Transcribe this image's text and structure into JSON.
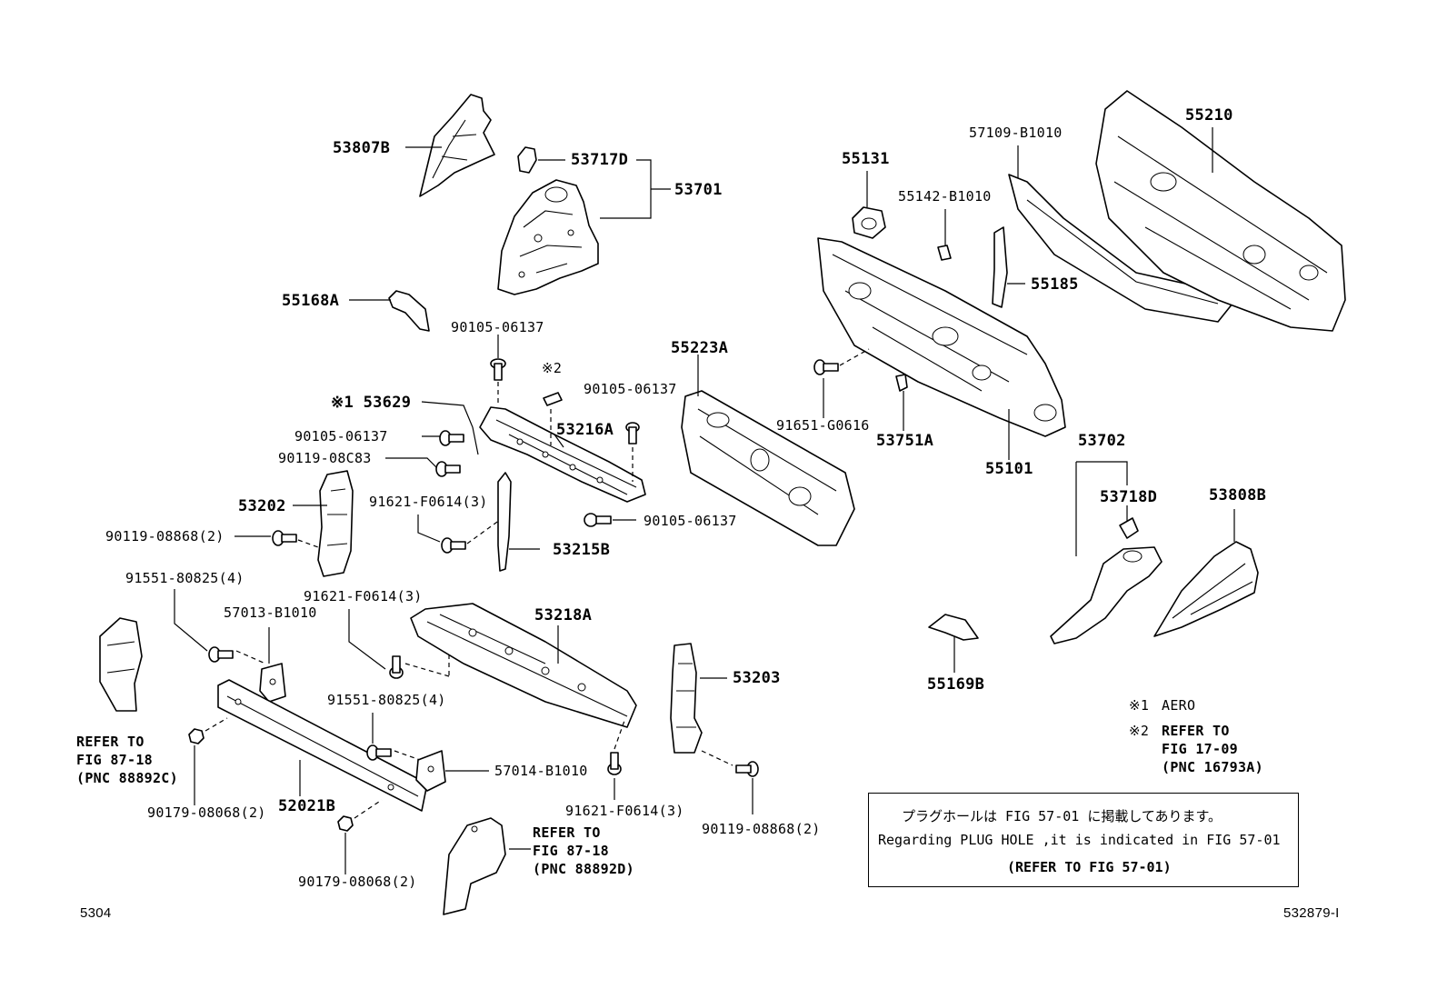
{
  "labels": {
    "p53807B": "53807B",
    "p53717D": "53717D",
    "p53701": "53701",
    "p55168A": "55168A",
    "p90105_06137_a": "90105-06137",
    "mark2": "※2",
    "mark1_53629": "※1 53629",
    "p90105_06137_b": "90105-06137",
    "p53216A": "53216A",
    "p90105_06137_c": "90105-06137",
    "p90119_08C83": "90119-08C83",
    "p53202": "53202",
    "p91621_F0614_3_a": "91621-F0614(3)",
    "p90105_06137_d": "90105-06137",
    "p90119_08868_2_a": "90119-08868(2)",
    "p53215B": "53215B",
    "p91551_80825_4_a": "91551-80825(4)",
    "p91621_F0614_3_b": "91621-F0614(3)",
    "p57013_B1010": "57013-B1010",
    "p53218A": "53218A",
    "p53203": "53203",
    "p91551_80825_4_b": "91551-80825(4)",
    "p57014_B1010": "57014-B1010",
    "p90179_08068_2_a": "90179-08068(2)",
    "p52021B": "52021B",
    "p91621_F0614_3_c": "91621-F0614(3)",
    "p90119_08868_2_b": "90119-08868(2)",
    "p90179_08068_2_b": "90179-08068(2)",
    "p55131": "55131",
    "p55142_B1010": "55142-B1010",
    "p57109_B1010": "57109-B1010",
    "p55210": "55210",
    "p55185": "55185",
    "p55223A": "55223A",
    "p91651_G0616": "91651-G0616",
    "p53751A": "53751A",
    "p55101": "55101",
    "p53702": "53702",
    "p53718D": "53718D",
    "p53808B": "53808B",
    "p55169B": "55169B"
  },
  "refs": {
    "left": [
      "REFER TO",
      "FIG 87-18",
      "(PNC 88892C)"
    ],
    "bottom": [
      "REFER TO",
      "FIG 87-18",
      "(PNC 88892D)"
    ]
  },
  "legend": {
    "note1_mark": "※1",
    "note1_text": "AERO",
    "note2_mark": "※2",
    "note2_lines": [
      "REFER TO",
      "FIG 17-09",
      "(PNC 16793A)"
    ]
  },
  "note_box": {
    "jp": "プラグホールは FIG 57-01 に掲載してあります。",
    "en": "Regarding PLUG HOLE ,it is indicated in FIG 57-01",
    "refer": "(REFER TO FIG 57-01)"
  },
  "footer": {
    "page_code": "5304",
    "drawing_id": "532879-I"
  }
}
